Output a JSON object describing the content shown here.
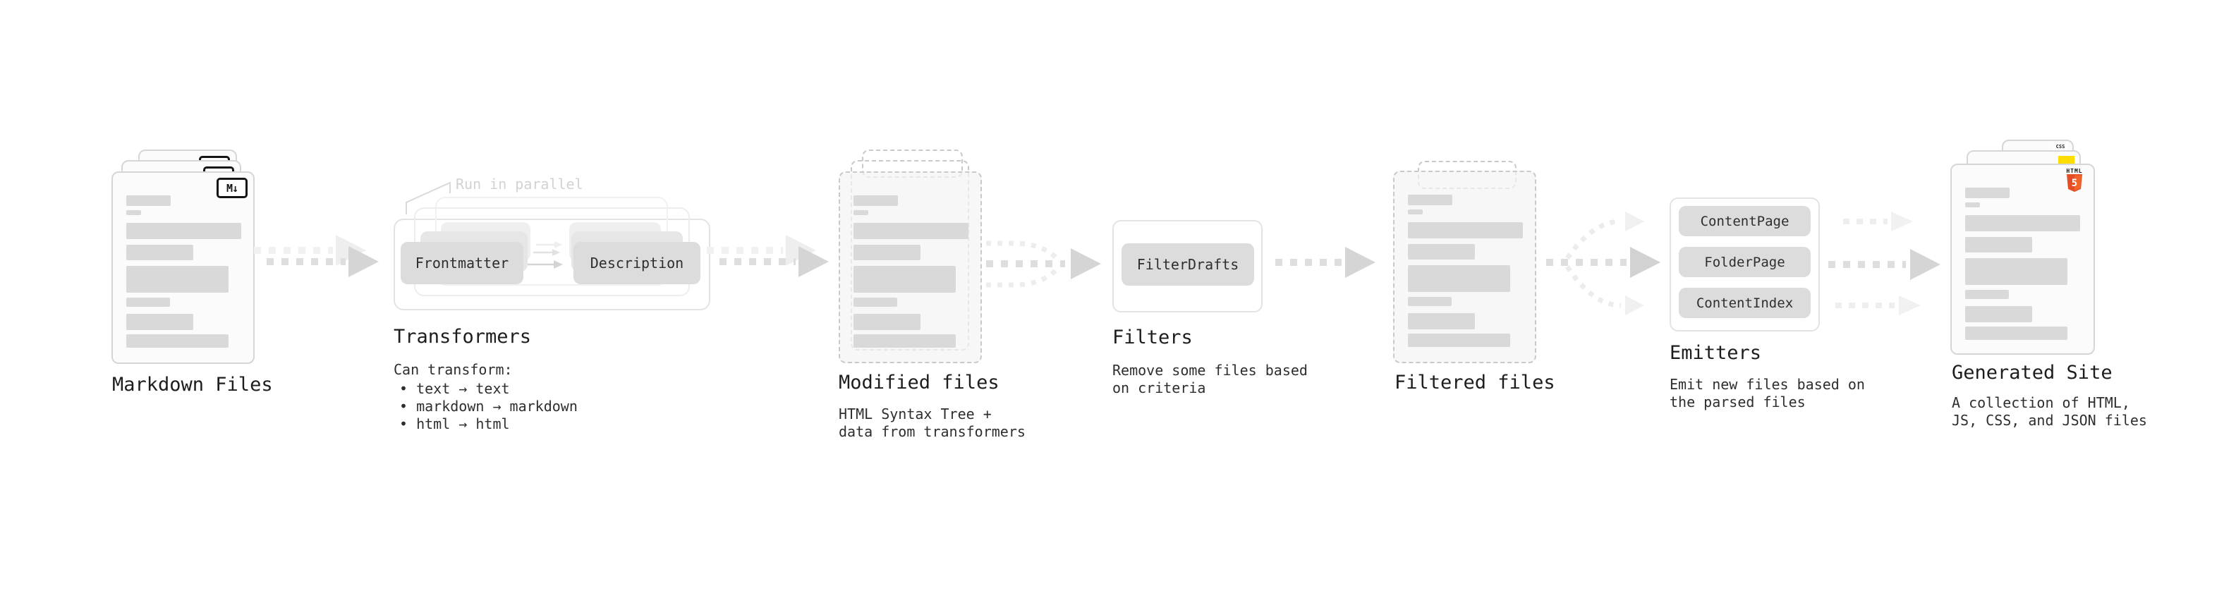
{
  "stages": {
    "markdown": {
      "title": "Markdown Files",
      "badge": "M↓"
    },
    "transformers": {
      "title": "Transformers",
      "note": "Run in parallel",
      "box_frontmatter": "Frontmatter",
      "box_description": "Description",
      "desc": "Can transform:",
      "bullet_1": "• text → text",
      "bullet_2": "• markdown → markdown",
      "bullet_3": "• html → html"
    },
    "modified": {
      "title": "Modified files",
      "desc_1": "HTML Syntax Tree +",
      "desc_2": "data from transformers"
    },
    "filters": {
      "title": "Filters",
      "box_filterdrafts": "FilterDrafts",
      "desc_1": "Remove some files based",
      "desc_2": "on criteria"
    },
    "filtered": {
      "title": "Filtered files"
    },
    "emitters": {
      "title": "Emitters",
      "box_contentpage": "ContentPage",
      "box_folderpage": "FolderPage",
      "box_contentindex": "ContentIndex",
      "desc_1": "Emit new files based on",
      "desc_2": "the parsed files"
    },
    "generated": {
      "title": "Generated Site",
      "desc_1": "A collection of HTML,",
      "desc_2": "JS, CSS, and JSON files",
      "badge_css": "CSS",
      "badge_html": "HTML",
      "badge_html_5": "5"
    }
  },
  "colors": {
    "html5_orange": "#e44d26",
    "js_yellow": "#ffdd00",
    "css_blue": "#2d65f0",
    "bar_gray": "#d9d9d9",
    "arrow_gray": "#d5d5d5"
  }
}
